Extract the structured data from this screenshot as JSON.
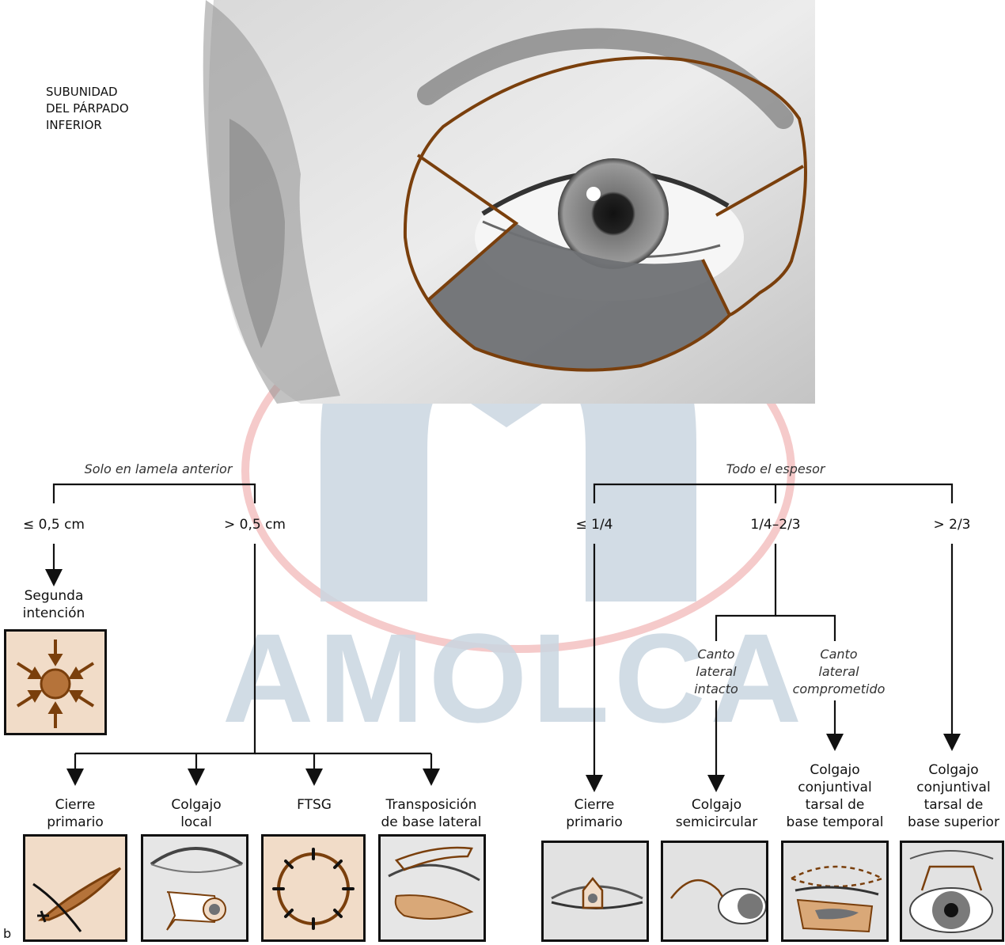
{
  "subunit_title": "SUBUNIDAD\nDEL PÁRPADO\nINFERIOR",
  "watermark": "AMOLCA",
  "panel_letter": "b",
  "branch_left": {
    "heading": "Solo en lamela anterior",
    "size_small": "≤ 0,5 cm",
    "size_large": "> 0,5 cm",
    "small_result": "Segunda\nintención",
    "options": [
      "Cierre\nprimario",
      "Colgajo\nlocal",
      "FTSG",
      "Transposición\nde base lateral"
    ]
  },
  "branch_right": {
    "heading": "Todo el espesor",
    "size_a": "≤ 1/4",
    "size_b": "1/4–2/3",
    "size_c": "> 2/3",
    "canto_intact": "Canto\nlateral\nintacto",
    "canto_compromised": "Canto\nlateral\ncomprometido",
    "result_a": "Cierre\nprimario",
    "result_b1": "Colgajo\nsemicircular",
    "result_b2": "Colgajo\nconjuntival\ntarsal de\nbase temporal",
    "result_c": "Colgajo\nconjuntival\ntarsal de\nbase superior"
  },
  "colors": {
    "outline": "#7a3f0c",
    "tan": "#f1dcc8",
    "shade": "#6f7174",
    "accent_brown": "#b5733a",
    "watermark_blue": "#c9d4df",
    "watermark_red": "#f4c5c5"
  }
}
